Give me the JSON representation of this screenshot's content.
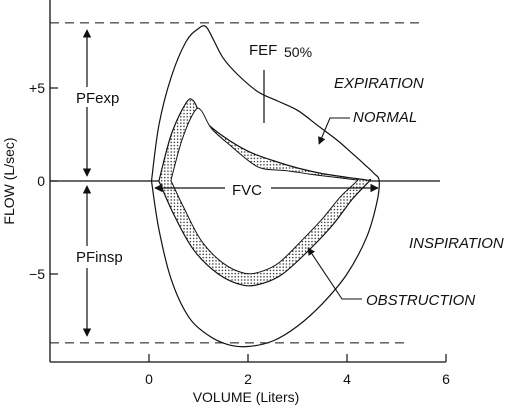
{
  "chart_data": {
    "type": "line",
    "xlabel": "VOLUME (Liters)",
    "ylabel": "FLOW (L/sec)",
    "x_ticks": [
      "0",
      "2",
      "4",
      "6"
    ],
    "y_ticks": [
      "+5",
      "0",
      "−5"
    ],
    "xlim": [
      -2,
      6
    ],
    "ylim": [
      -9.5,
      10
    ],
    "dashed_lines_y": [
      8.5,
      -8.7
    ],
    "annotations": {
      "fef": "FEF",
      "fef_sub": "50%",
      "expiration": "EXPIRATION",
      "inspiration": "INSPIRATION",
      "normal": "NORMAL",
      "obstruction": "OBSTRUCTION",
      "fvc": "FVC",
      "pfexp": "PFexp",
      "pfinsp": "PFinsp"
    },
    "series": [
      {
        "name": "NORMAL",
        "x": [
          0.05,
          0.2,
          0.45,
          0.75,
          1.0,
          1.15,
          1.3,
          1.5,
          1.8,
          2.2,
          2.6,
          3.0,
          3.4,
          3.8,
          4.1,
          4.35,
          4.55,
          4.65,
          4.6,
          4.4,
          4.0,
          3.5,
          3.0,
          2.5,
          2.0,
          1.6,
          1.2,
          0.8,
          0.45,
          0.2,
          0.05
        ],
        "y": [
          0,
          3.0,
          5.6,
          7.5,
          8.2,
          8.3,
          7.6,
          6.6,
          5.7,
          4.8,
          4.3,
          3.8,
          3.0,
          2.2,
          1.5,
          0.9,
          0.4,
          0,
          -1.2,
          -3.0,
          -5.0,
          -6.6,
          -7.8,
          -8.6,
          -8.9,
          -8.8,
          -8.3,
          -7.3,
          -5.3,
          -2.6,
          0
        ]
      },
      {
        "name": "OBSTRUCTION",
        "x": [
          0.2,
          0.45,
          0.75,
          0.9,
          1.1,
          1.5,
          2.0,
          2.5,
          3.0,
          3.5,
          4.0,
          4.4,
          4.45,
          4.1,
          3.7,
          3.2,
          2.7,
          2.3,
          1.9,
          1.4,
          0.9,
          0.5,
          0.2
        ],
        "y": [
          0,
          2.5,
          4.2,
          4.3,
          3.3,
          2.4,
          1.6,
          1.1,
          0.7,
          0.4,
          0.2,
          0.05,
          0,
          -1.0,
          -2.4,
          -3.8,
          -5.0,
          -5.5,
          -5.6,
          -5.0,
          -3.7,
          -1.8,
          0
        ]
      }
    ]
  }
}
